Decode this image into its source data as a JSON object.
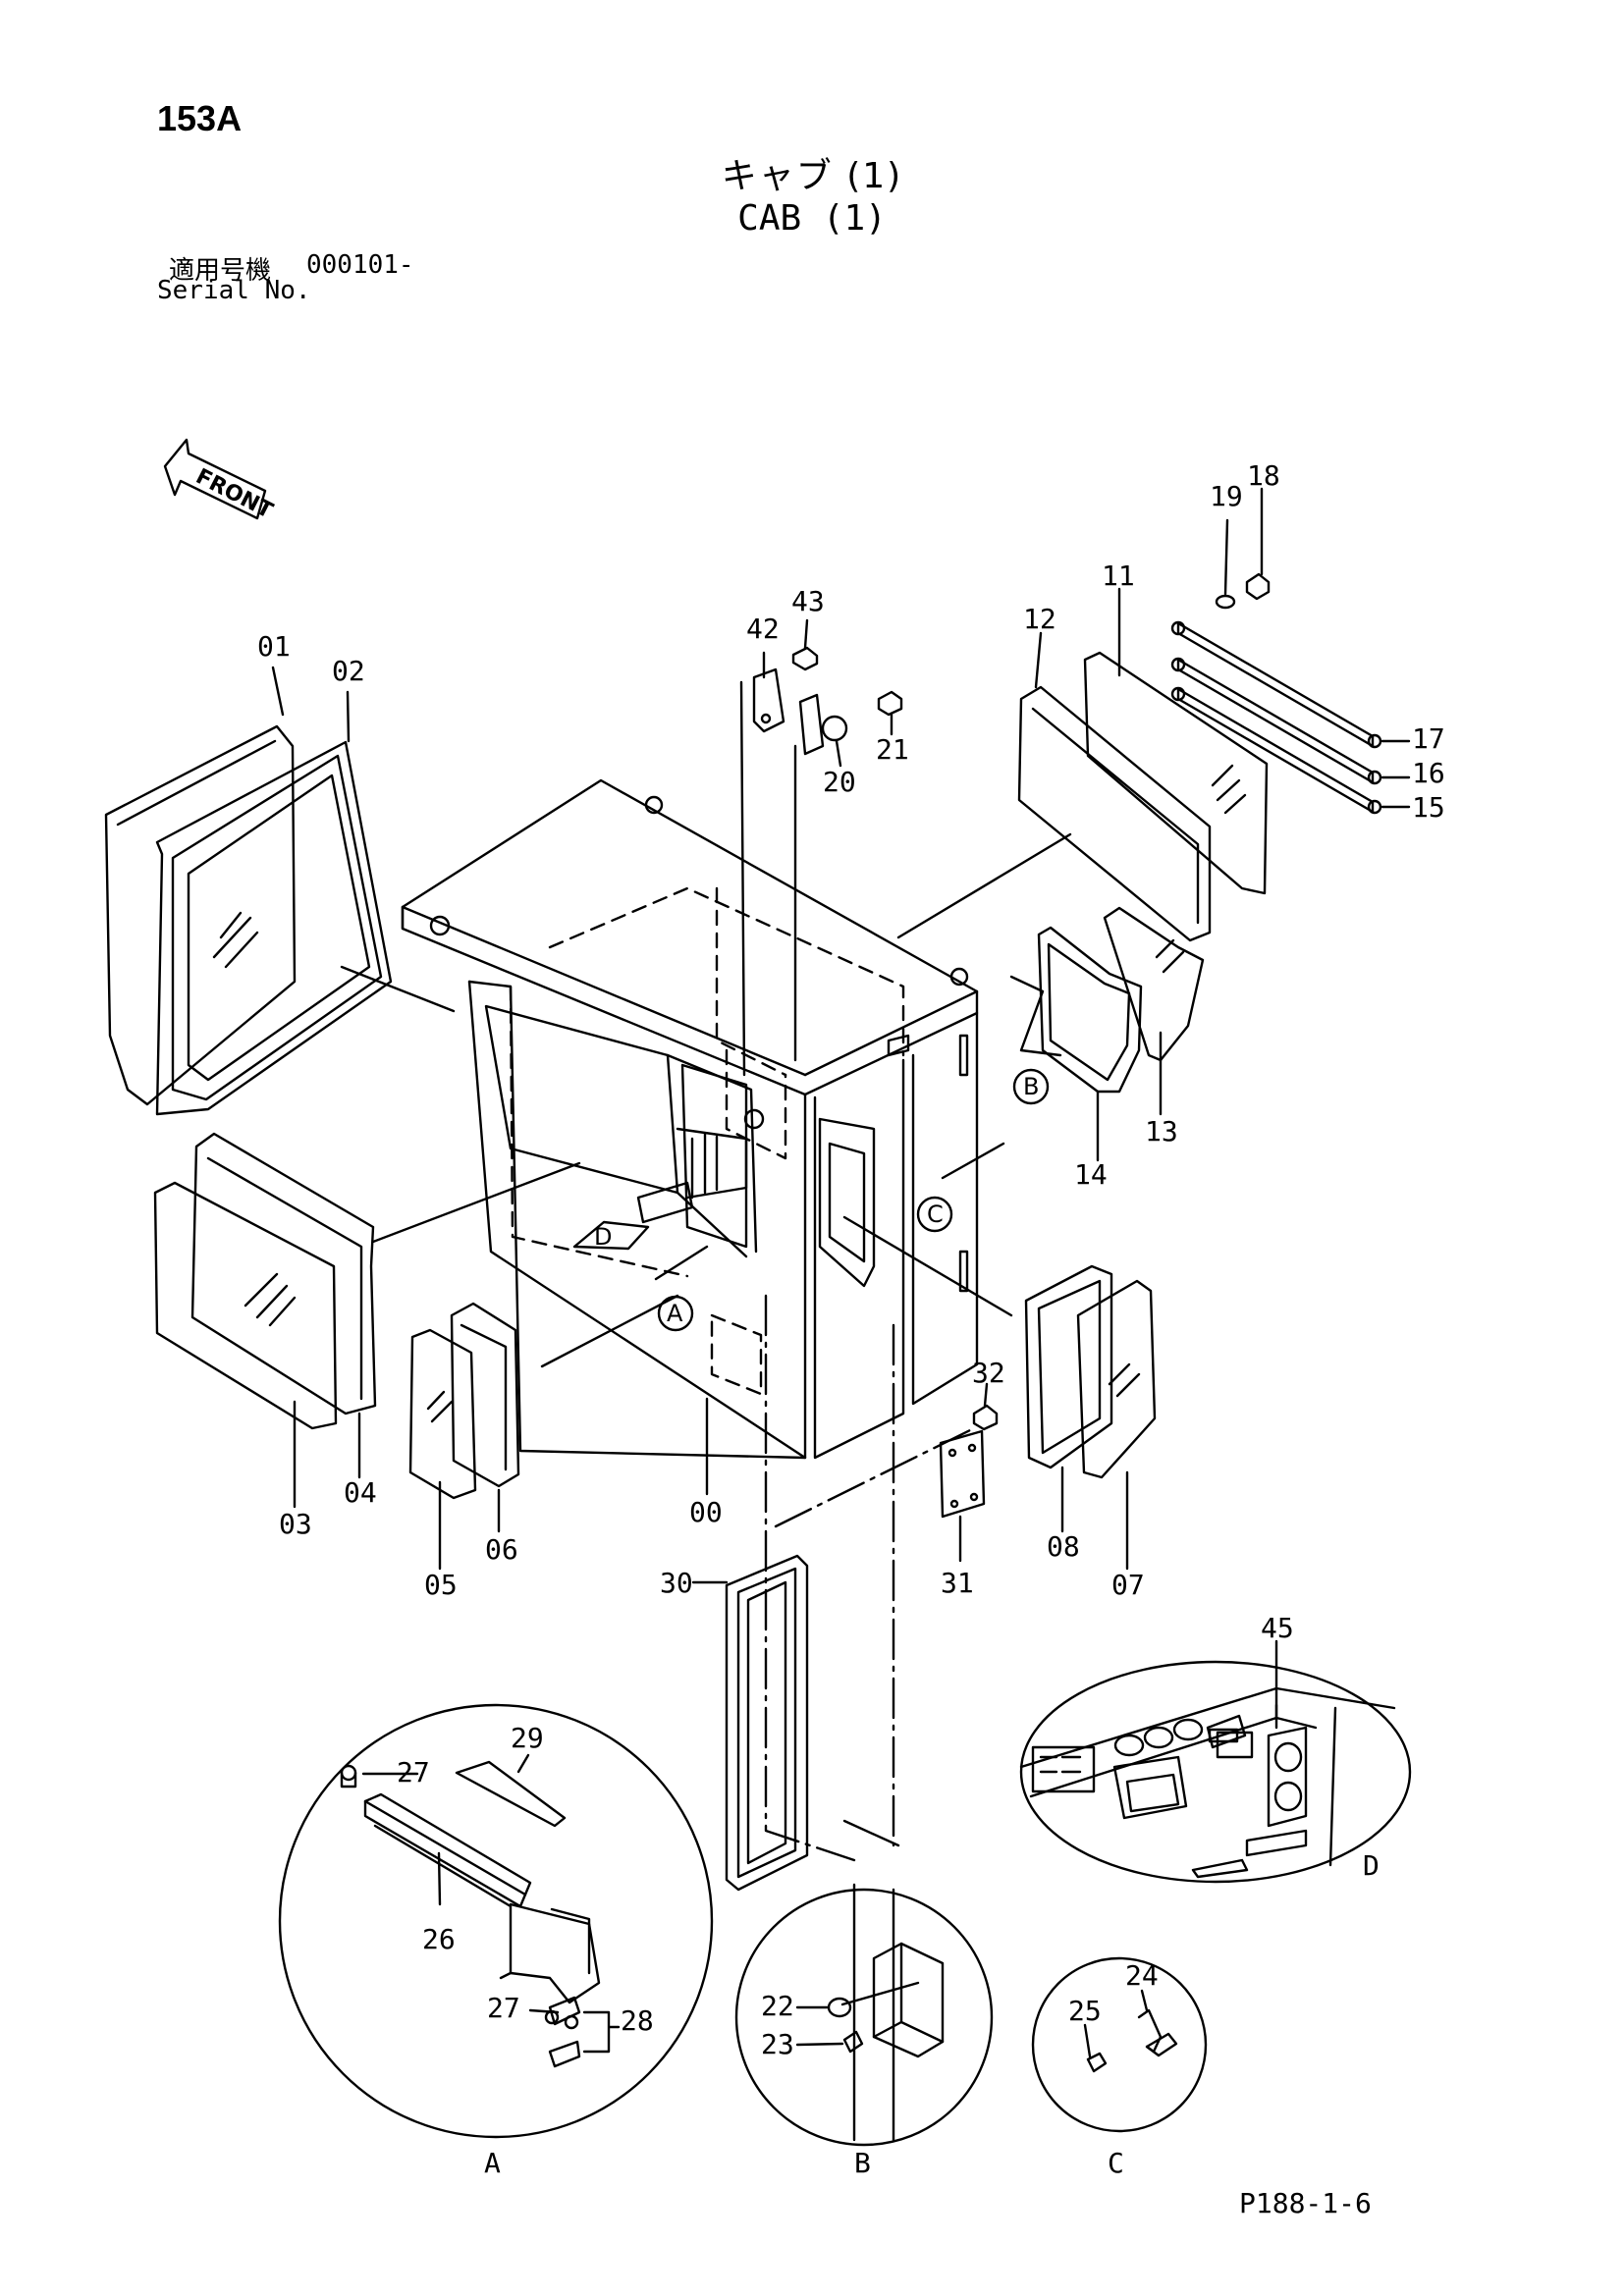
{
  "header": {
    "page_number": "153A",
    "title_jp": "キャブ (1)",
    "title_en": "CAB (1)",
    "serial_label_jp": "適用号機",
    "serial_value": "000101-",
    "serial_label_en": "Serial No."
  },
  "footer": {
    "doc_code": "P188-1-6"
  },
  "front_marker": "FRONT",
  "callouts": [
    "A",
    "B",
    "C",
    "D"
  ],
  "detail_labels": [
    "A",
    "B",
    "C",
    "D"
  ],
  "parts": [
    "00",
    "01",
    "02",
    "03",
    "04",
    "05",
    "06",
    "07",
    "08",
    "11",
    "12",
    "13",
    "14",
    "15",
    "16",
    "17",
    "18",
    "19",
    "20",
    "21",
    "22",
    "23",
    "24",
    "25",
    "26",
    "27",
    "28",
    "29",
    "30",
    "31",
    "32",
    "42",
    "43",
    "45"
  ]
}
